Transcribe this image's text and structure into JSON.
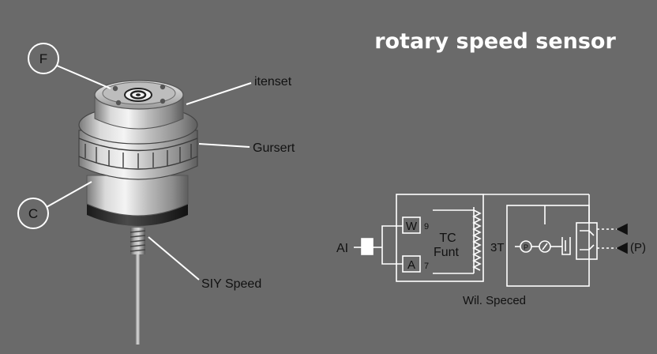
{
  "title": "rotary speed sensor",
  "sensor_callouts": {
    "f_marker": "F",
    "c_marker": "C",
    "top_label": "itenset",
    "middle_label": "Gursert",
    "bottom_label": "SIY Speed"
  },
  "schematic": {
    "left_input": "AI",
    "box_w": "W",
    "box_w_suffix": "9",
    "box_a": "A",
    "box_a_suffix": "7",
    "center_text_1": "TC",
    "center_text_2": "Funt",
    "right_group_label": "3T",
    "gauge_1": "P",
    "right_output": "(P)",
    "caption": "Wil. Speced"
  }
}
